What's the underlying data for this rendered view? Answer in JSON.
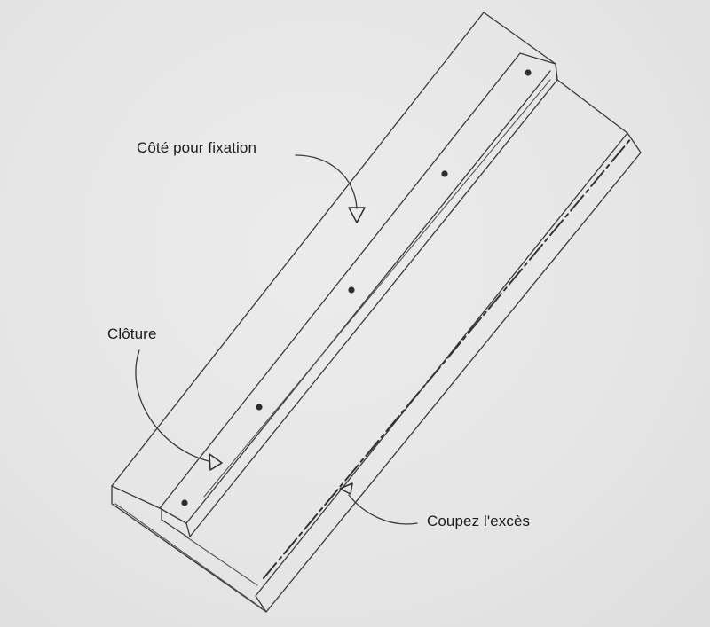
{
  "labels": {
    "fixing_side": "Côté pour fixation",
    "fence": "Clôture",
    "cut_excess": "Coupez l'excès"
  },
  "colors": {
    "paper": "#e7e7e7",
    "pencil": "#3a3a3a"
  }
}
